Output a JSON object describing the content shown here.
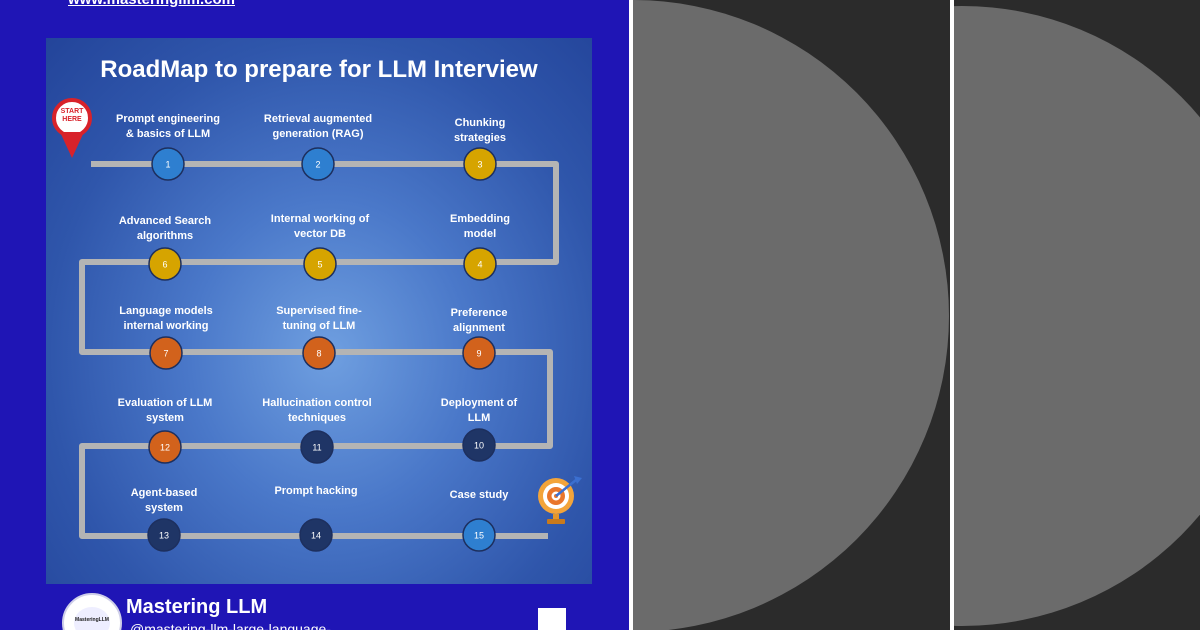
{
  "top_url": "www.masteringllm.com",
  "roadmap": {
    "title": "RoadMap to prepare for LLM Interview",
    "start_pin": "START\nHERE",
    "steps": [
      {
        "num": "1",
        "label": "Prompt engineering\n& basics of LLM",
        "color": "#2e7fd0"
      },
      {
        "num": "2",
        "label": "Retrieval augmented\ngeneration (RAG)",
        "color": "#2e7fd0"
      },
      {
        "num": "3",
        "label": "Chunking\nstrategies",
        "color": "#d6a400"
      },
      {
        "num": "4",
        "label": "Embedding\nmodel",
        "color": "#d6a400"
      },
      {
        "num": "5",
        "label": "Internal working of\nvector DB",
        "color": "#d6a400"
      },
      {
        "num": "6",
        "label": "Advanced Search\nalgorithms",
        "color": "#d6a400"
      },
      {
        "num": "7",
        "label": "Language models\ninternal working",
        "color": "#d2621c"
      },
      {
        "num": "8",
        "label": "Supervised fine-\ntuning of LLM",
        "color": "#d2621c"
      },
      {
        "num": "9",
        "label": "Preference\nalignment",
        "color": "#d2621c"
      },
      {
        "num": "10",
        "label": "Deployment of\nLLM",
        "color": "#1f3566"
      },
      {
        "num": "11",
        "label": "Hallucination control\ntechniques",
        "color": "#1f3566"
      },
      {
        "num": "12",
        "label": "Evaluation of LLM\nsystem",
        "color": "#d2621c"
      },
      {
        "num": "13",
        "label": "Agent-based\nsystem",
        "color": "#1f3566"
      },
      {
        "num": "14",
        "label": "Prompt hacking",
        "color": "#1f3566"
      },
      {
        "num": "15",
        "label": "Case study",
        "color": "#2e7fd0"
      }
    ]
  },
  "profile": {
    "name": "Mastering LLM",
    "handle": "@mastering-llm-large-language-",
    "avatar_text": "MasteringLLM"
  },
  "colors": {
    "outer_background": "#1f15b5",
    "path": "#b4b4b4",
    "panel": "#2b2b2b",
    "semicircle": "#6b6b6b"
  }
}
